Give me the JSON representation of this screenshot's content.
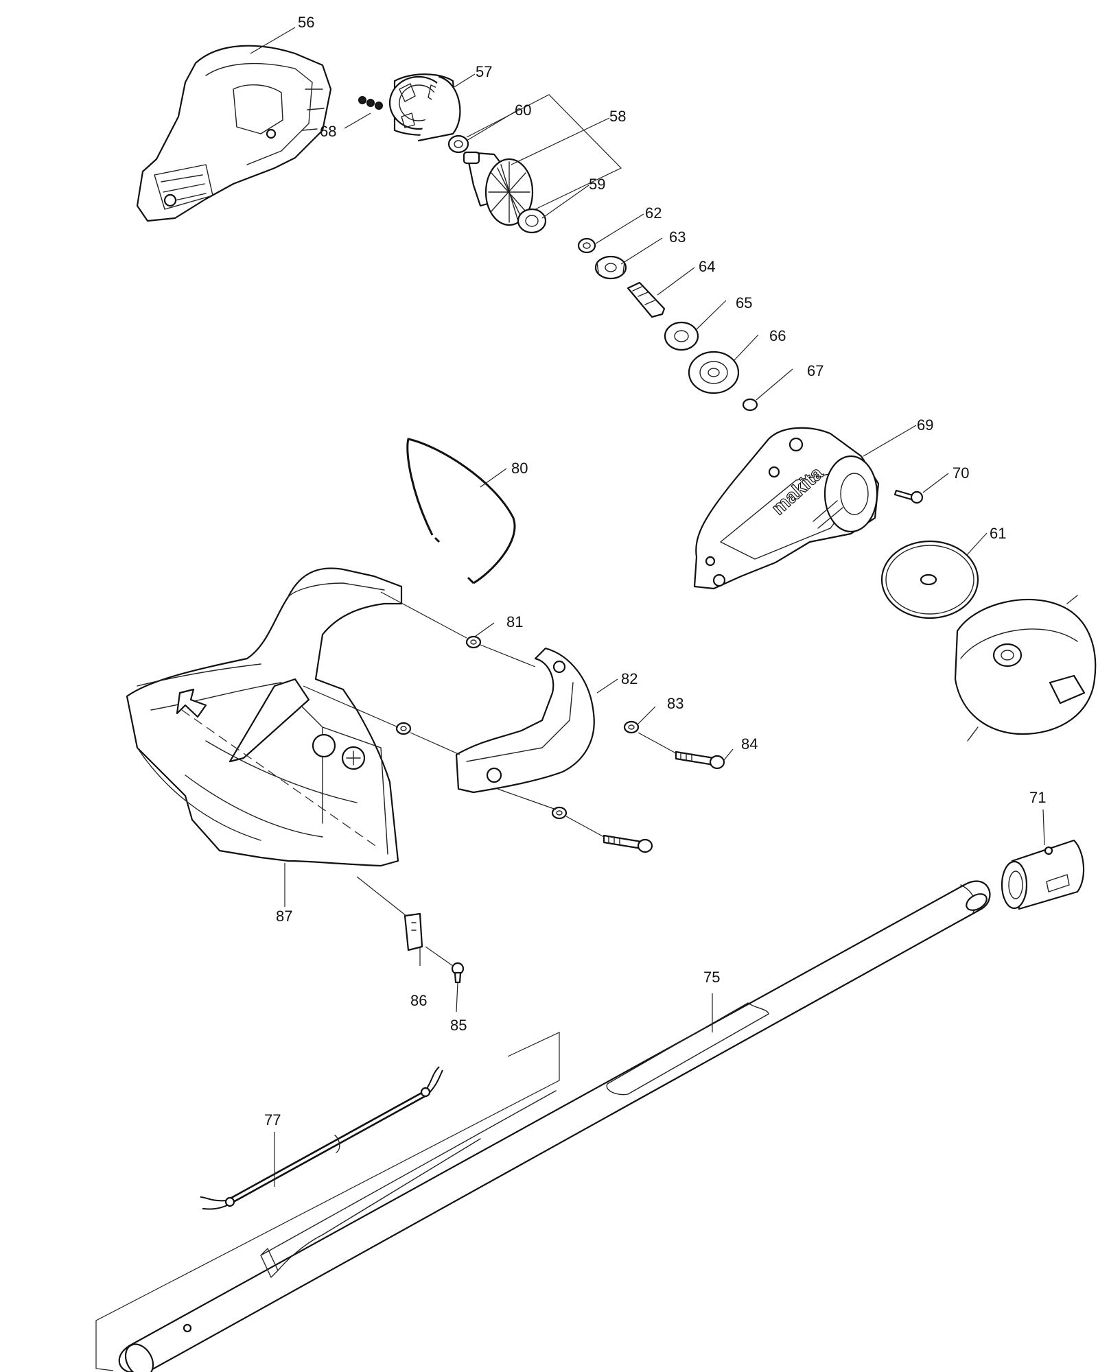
{
  "brand_mark": "makita",
  "callouts": {
    "p56": "56",
    "p57": "57",
    "p58": "58",
    "p59": "59",
    "p60": "60",
    "p61": "61",
    "p62": "62",
    "p63": "63",
    "p64": "64",
    "p65": "65",
    "p66": "66",
    "p67": "67",
    "p68": "68",
    "p69": "69",
    "p70": "70",
    "p71": "71",
    "p75": "75",
    "p77": "77",
    "p80": "80",
    "p81": "81",
    "p82": "82",
    "p83": "83",
    "p84": "84",
    "p85": "85",
    "p86": "86",
    "p87": "87"
  }
}
